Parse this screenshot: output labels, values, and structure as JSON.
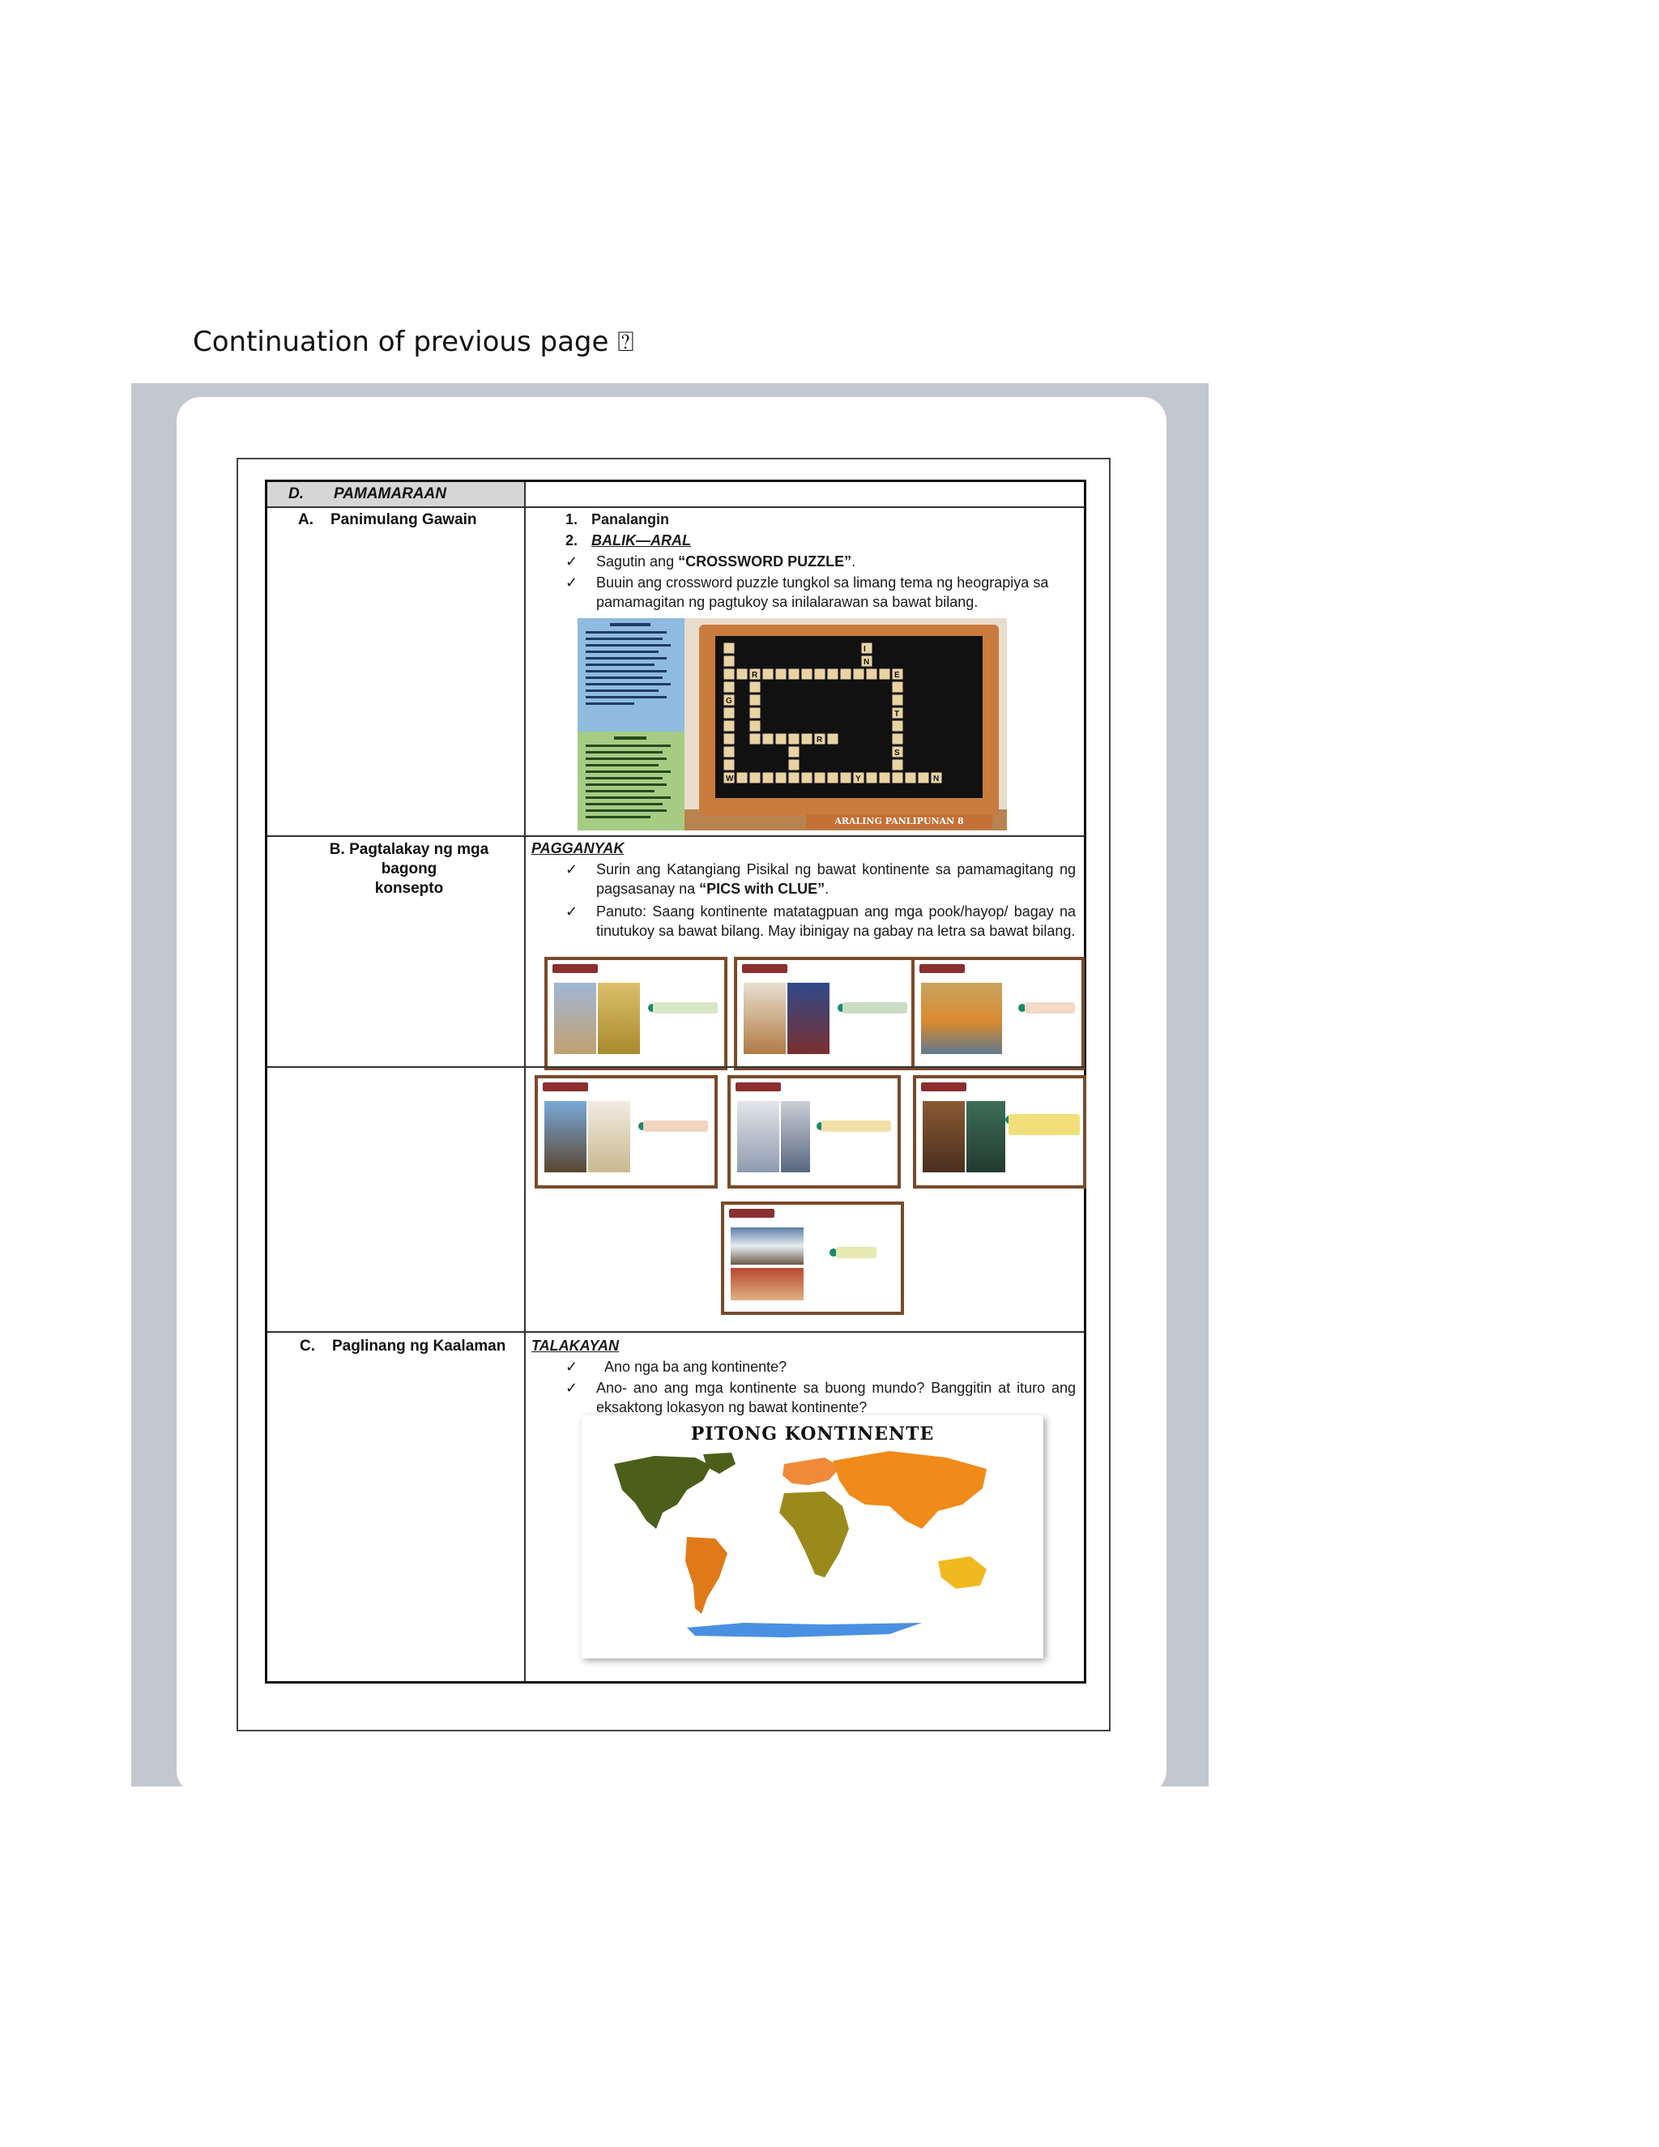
{
  "page": {
    "continuation_text": "Continuation of previous page ⍰"
  },
  "table": {
    "header": {
      "letter": "D.",
      "title": "PAMAMARAAN"
    },
    "rows": [
      {
        "letter": "A.",
        "label": "Panimulang Gawain",
        "items": [
          {
            "marker": "1.",
            "text": "Panalangin"
          },
          {
            "marker": "2.",
            "text": "BALIK—ARAL"
          },
          {
            "marker": "✓",
            "text_before": "Sagutin ang ",
            "text_bold": "“CROSSWORD PUZZLE”",
            "text_after": "."
          },
          {
            "marker": "✓",
            "text": "Buuin ang crossword puzzle tungkol sa limang tema ng heograpiya sa pamamagitan ng pagtukoy sa inilalarawan sa bawat bilang."
          }
        ],
        "image_caption": "ARALING PANLIPUNAN 8",
        "crossword_letters": [
          "I",
          "N",
          "R",
          "E",
          "G",
          "T",
          "R",
          "S",
          "W",
          "Y",
          "N"
        ]
      },
      {
        "letter": "B.",
        "label_line1": "Pagtalakay ng mga bagong",
        "label_line2": "konsepto",
        "heading": "PAGGANYAK",
        "items": [
          {
            "marker": "✓",
            "text_before": "Surin ang Katangiang Pisikal ng bawat kontinente sa pamamagitang ng pagsasanay na ",
            "text_bold": "“PICS with CLUE”",
            "text_after": "."
          },
          {
            "marker": "✓",
            "text": "Panuto:  Saang kontinente matatagpuan ang mga pook/hayop/ bagay na tinutukoy sa bawat bilang. May ibinigay na gabay na letra sa bawat bilang."
          }
        ]
      },
      {
        "letter": "C.",
        "label": "Paglinang ng Kaalaman",
        "heading": "TALAKAYAN",
        "items": [
          {
            "marker": "✓",
            "text": "Ano nga ba ang kontinente?"
          },
          {
            "marker": "✓",
            "text": "Ano- ano ang mga kontinente sa buong mundo? Banggitin at ituro ang eksaktong lokasyon ng bawat kontinente?"
          }
        ],
        "map_title": "PITONG KONTINENTE"
      }
    ]
  },
  "colors": {
    "frame": "#c3c7d0",
    "card_border": "#7a4a2a",
    "header_bg": "#d6d6d6"
  }
}
